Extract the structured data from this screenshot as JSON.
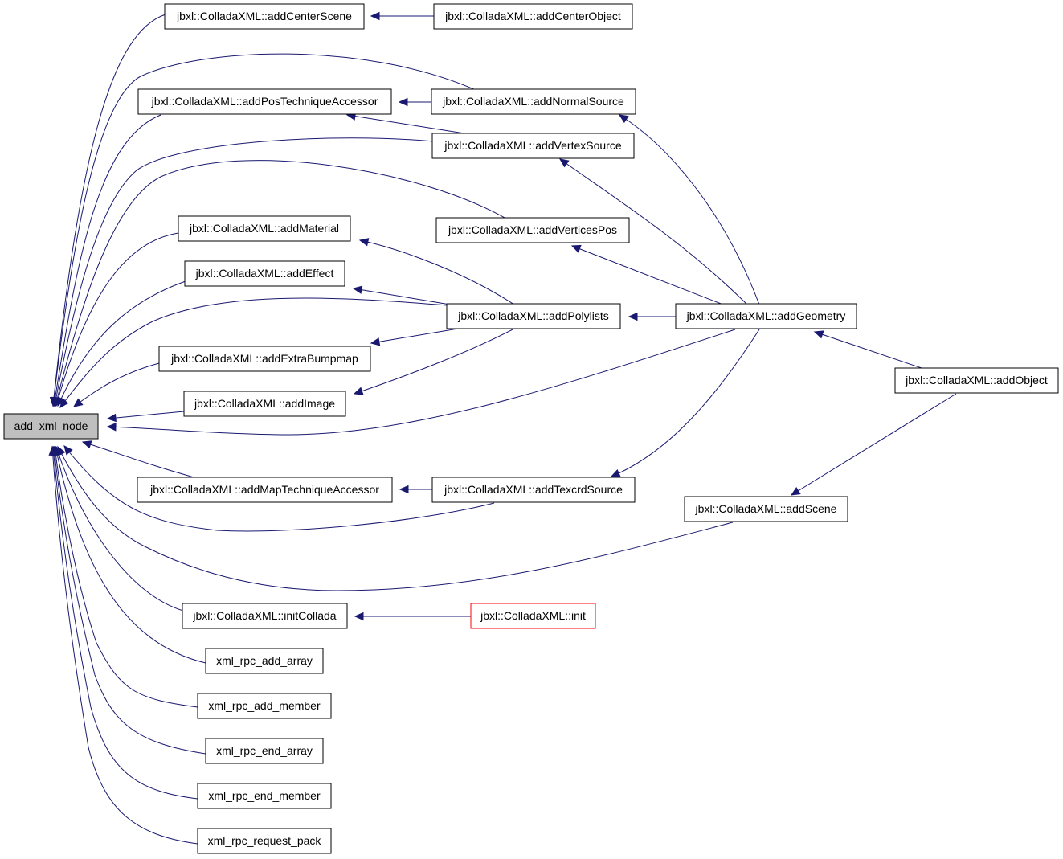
{
  "graph": {
    "nodes": {
      "add_xml_node": "add_xml_node",
      "addCenterScene": "jbxl::ColladaXML::addCenterScene",
      "addCenterObject": "jbxl::ColladaXML::addCenterObject",
      "addPosTechniqueAccessor": "jbxl::ColladaXML::addPosTechniqueAccessor",
      "addNormalSource": "jbxl::ColladaXML::addNormalSource",
      "addVertexSource": "jbxl::ColladaXML::addVertexSource",
      "addMaterial": "jbxl::ColladaXML::addMaterial",
      "addVerticesPos": "jbxl::ColladaXML::addVerticesPos",
      "addEffect": "jbxl::ColladaXML::addEffect",
      "addPolylists": "jbxl::ColladaXML::addPolylists",
      "addGeometry": "jbxl::ColladaXML::addGeometry",
      "addExtraBumpmap": "jbxl::ColladaXML::addExtraBumpmap",
      "addObject": "jbxl::ColladaXML::addObject",
      "addImage": "jbxl::ColladaXML::addImage",
      "addMapTechniqueAccessor": "jbxl::ColladaXML::addMapTechniqueAccessor",
      "addTexcrdSource": "jbxl::ColladaXML::addTexcrdSource",
      "addScene": "jbxl::ColladaXML::addScene",
      "initCollada": "jbxl::ColladaXML::initCollada",
      "init": "jbxl::ColladaXML::init",
      "xml_rpc_add_array": "xml_rpc_add_array",
      "xml_rpc_add_member": "xml_rpc_add_member",
      "xml_rpc_end_array": "xml_rpc_end_array",
      "xml_rpc_end_member": "xml_rpc_end_member",
      "xml_rpc_request_pack": "xml_rpc_request_pack"
    },
    "edges": [
      {
        "from": "addCenterScene",
        "to": "add_xml_node"
      },
      {
        "from": "addCenterObject",
        "to": "addCenterScene"
      },
      {
        "from": "addNormalSource",
        "to": "add_xml_node"
      },
      {
        "from": "addNormalSource",
        "to": "addPosTechniqueAccessor"
      },
      {
        "from": "addPosTechniqueAccessor",
        "to": "add_xml_node"
      },
      {
        "from": "addVertexSource",
        "to": "addPosTechniqueAccessor"
      },
      {
        "from": "addVertexSource",
        "to": "add_xml_node"
      },
      {
        "from": "addVerticesPos",
        "to": "add_xml_node"
      },
      {
        "from": "addMaterial",
        "to": "add_xml_node"
      },
      {
        "from": "addPolylists",
        "to": "addMaterial"
      },
      {
        "from": "addEffect",
        "to": "add_xml_node"
      },
      {
        "from": "addPolylists",
        "to": "addEffect"
      },
      {
        "from": "addPolylists",
        "to": "add_xml_node"
      },
      {
        "from": "addExtraBumpmap",
        "to": "add_xml_node"
      },
      {
        "from": "addPolylists",
        "to": "addExtraBumpmap"
      },
      {
        "from": "addImage",
        "to": "add_xml_node"
      },
      {
        "from": "addPolylists",
        "to": "addImage"
      },
      {
        "from": "addGeometry",
        "to": "add_xml_node"
      },
      {
        "from": "addGeometry",
        "to": "addNormalSource"
      },
      {
        "from": "addGeometry",
        "to": "addVertexSource"
      },
      {
        "from": "addGeometry",
        "to": "addVerticesPos"
      },
      {
        "from": "addGeometry",
        "to": "addPolylists"
      },
      {
        "from": "addGeometry",
        "to": "addTexcrdSource"
      },
      {
        "from": "addObject",
        "to": "addGeometry"
      },
      {
        "from": "addObject",
        "to": "addScene"
      },
      {
        "from": "addMapTechniqueAccessor",
        "to": "add_xml_node"
      },
      {
        "from": "addTexcrdSource",
        "to": "addMapTechniqueAccessor"
      },
      {
        "from": "addTexcrdSource",
        "to": "add_xml_node"
      },
      {
        "from": "addScene",
        "to": "add_xml_node"
      },
      {
        "from": "initCollada",
        "to": "add_xml_node"
      },
      {
        "from": "init",
        "to": "initCollada"
      },
      {
        "from": "xml_rpc_add_array",
        "to": "add_xml_node"
      },
      {
        "from": "xml_rpc_add_member",
        "to": "add_xml_node"
      },
      {
        "from": "xml_rpc_end_array",
        "to": "add_xml_node"
      },
      {
        "from": "xml_rpc_end_member",
        "to": "add_xml_node"
      },
      {
        "from": "xml_rpc_request_pack",
        "to": "add_xml_node"
      }
    ]
  },
  "colors": {
    "edge": "#191970",
    "focus_fill": "#bfbfbf",
    "highlight_border": "#ff0000"
  }
}
